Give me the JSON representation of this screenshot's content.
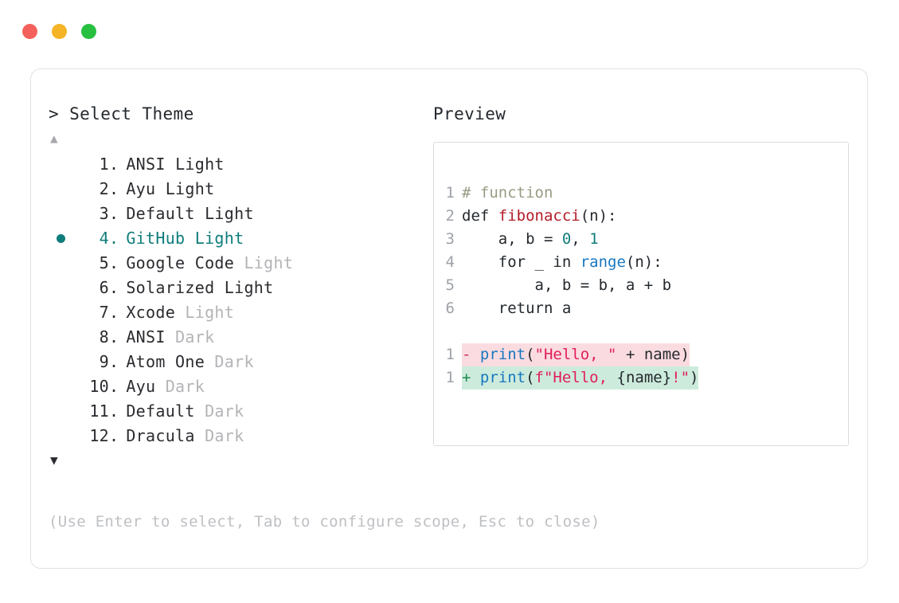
{
  "window": {
    "dots": [
      {
        "name": "close",
        "color": "#F4615C"
      },
      {
        "name": "minimize",
        "color": "#F5B426"
      },
      {
        "name": "maximize",
        "color": "#27C040"
      }
    ]
  },
  "left_panel": {
    "prompt_caret": ">",
    "prompt_label": "Select Theme",
    "scroll_up_glyph": "▲",
    "scroll_down_glyph": "▼",
    "selected_index": 4,
    "selection_color": "#0F7D7B",
    "items": [
      {
        "index": "1",
        "name": "ANSI",
        "variant": "Light",
        "variant_dim": false,
        "selected": false
      },
      {
        "index": "2",
        "name": "Ayu",
        "variant": "Light",
        "variant_dim": false,
        "selected": false
      },
      {
        "index": "3",
        "name": "Default",
        "variant": "Light",
        "variant_dim": false,
        "selected": false
      },
      {
        "index": "4",
        "name": "GitHub",
        "variant": "Light",
        "variant_dim": false,
        "selected": true
      },
      {
        "index": "5",
        "name": "Google Code",
        "variant": "Light",
        "variant_dim": true,
        "selected": false
      },
      {
        "index": "6",
        "name": "Solarized",
        "variant": "Light",
        "variant_dim": false,
        "selected": false
      },
      {
        "index": "7",
        "name": "Xcode",
        "variant": "Light",
        "variant_dim": true,
        "selected": false
      },
      {
        "index": "8",
        "name": "ANSI",
        "variant": "Dark",
        "variant_dim": true,
        "selected": false
      },
      {
        "index": "9",
        "name": "Atom One",
        "variant": "Dark",
        "variant_dim": true,
        "selected": false
      },
      {
        "index": "10",
        "name": "Ayu",
        "variant": "Dark",
        "variant_dim": true,
        "selected": false
      },
      {
        "index": "11",
        "name": "Default",
        "variant": "Dark",
        "variant_dim": true,
        "selected": false
      },
      {
        "index": "12",
        "name": "Dracula",
        "variant": "Dark",
        "variant_dim": true,
        "selected": false
      }
    ]
  },
  "hint": "(Use Enter to select, Tab to configure scope, Esc to close)",
  "right_panel": {
    "title": "Preview",
    "code_lines": [
      {
        "ln": "1",
        "tokens": [
          {
            "t": "# function",
            "c": "comment"
          }
        ]
      },
      {
        "ln": "2",
        "tokens": [
          {
            "t": "def ",
            "c": "plain"
          },
          {
            "t": "fibonacci",
            "c": "fn"
          },
          {
            "t": "(n):",
            "c": "punct"
          }
        ]
      },
      {
        "ln": "3",
        "tokens": [
          {
            "t": "    a, b = ",
            "c": "plain"
          },
          {
            "t": "0",
            "c": "num"
          },
          {
            "t": ", ",
            "c": "plain"
          },
          {
            "t": "1",
            "c": "num"
          }
        ]
      },
      {
        "ln": "4",
        "tokens": [
          {
            "t": "    for _ in ",
            "c": "plain"
          },
          {
            "t": "range",
            "c": "builtin"
          },
          {
            "t": "(n):",
            "c": "punct"
          }
        ]
      },
      {
        "ln": "5",
        "tokens": [
          {
            "t": "        a, b = b, a + b",
            "c": "plain"
          }
        ]
      },
      {
        "ln": "6",
        "tokens": [
          {
            "t": "    return a",
            "c": "plain"
          }
        ]
      }
    ],
    "diff_lines": [
      {
        "ln": "1",
        "sign": "-",
        "kind": "del",
        "bg": "#FADCE0",
        "tokens": [
          {
            "t": "print",
            "c": "builtin"
          },
          {
            "t": "(",
            "c": "punct"
          },
          {
            "t": "\"Hello, \"",
            "c": "str"
          },
          {
            "t": " + name)",
            "c": "plain"
          }
        ]
      },
      {
        "ln": "1",
        "sign": "+",
        "kind": "add",
        "bg": "#CDEBDC",
        "tokens": [
          {
            "t": "print",
            "c": "builtin"
          },
          {
            "t": "(",
            "c": "punct"
          },
          {
            "t": "f\"Hello, ",
            "c": "str"
          },
          {
            "t": "{name}",
            "c": "plain"
          },
          {
            "t": "!\"",
            "c": "str"
          },
          {
            "t": ")",
            "c": "punct"
          }
        ]
      }
    ]
  }
}
